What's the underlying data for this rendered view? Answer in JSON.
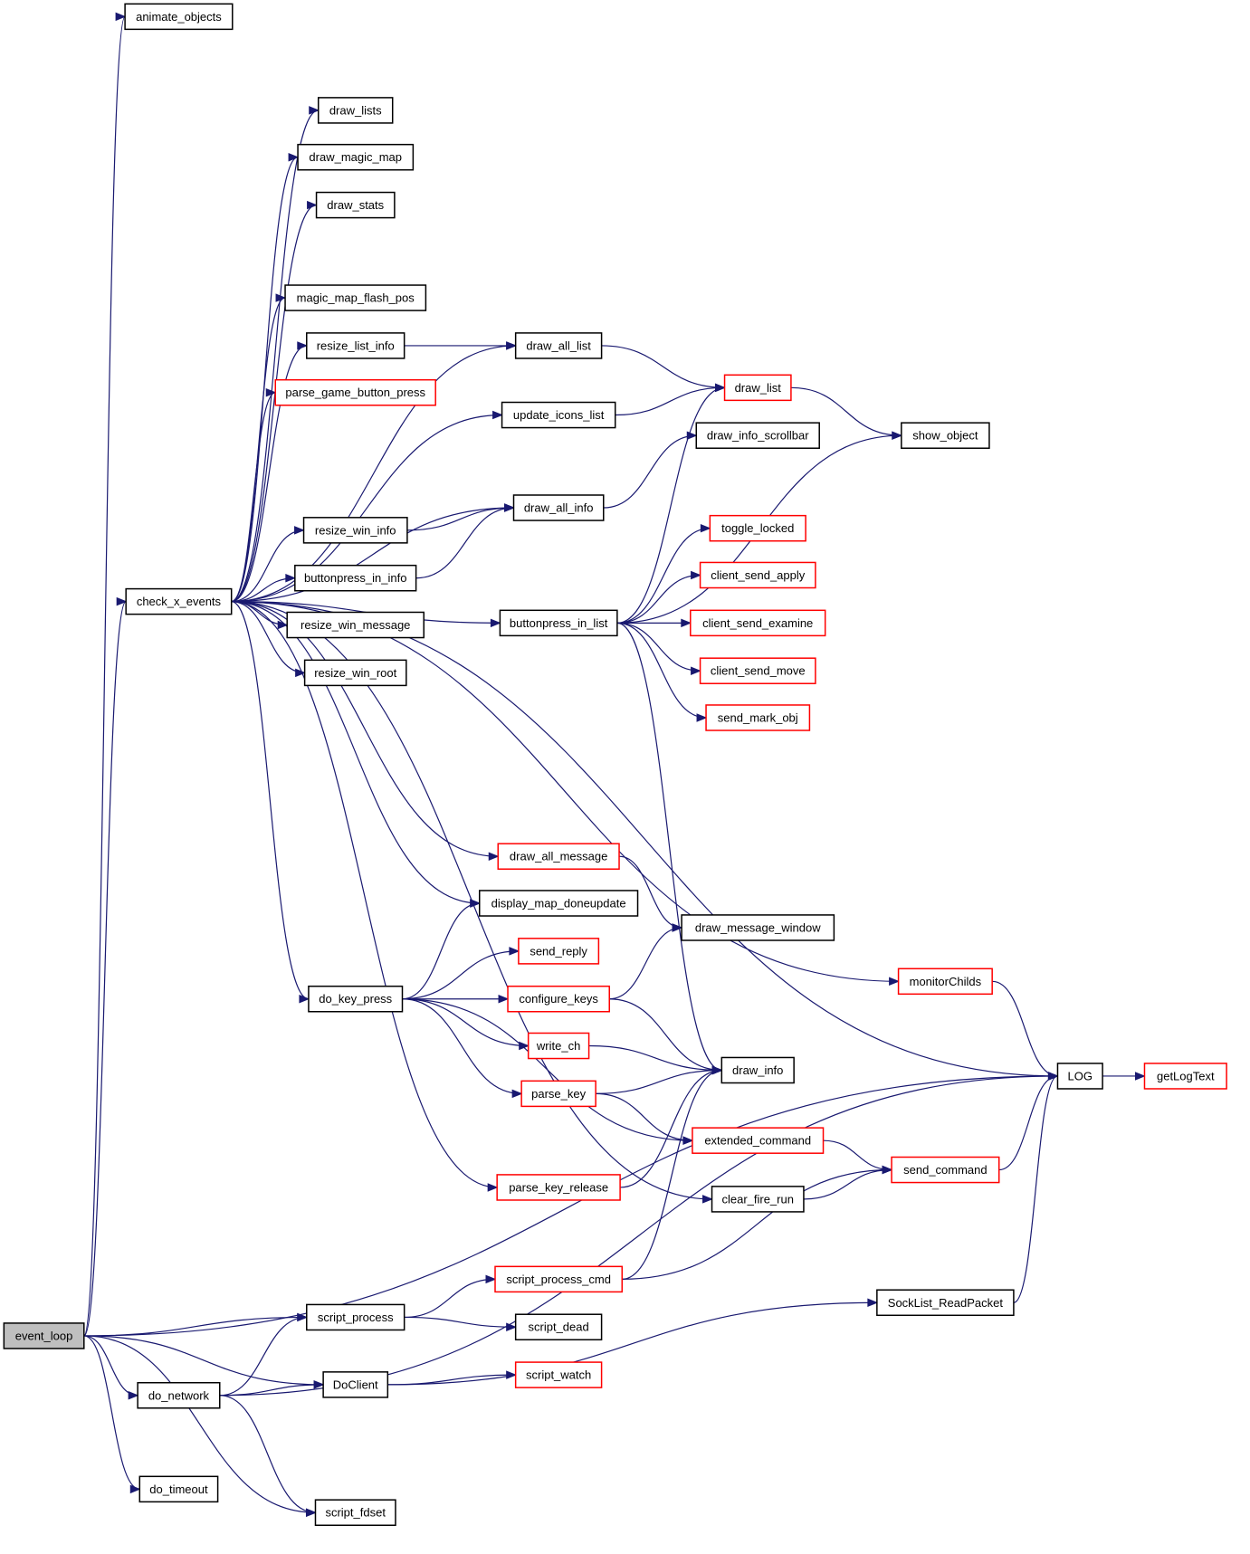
{
  "nodes": [
    {
      "id": "event_loop",
      "label": "event_loop",
      "style": "root"
    },
    {
      "id": "animate_objects",
      "label": "animate_objects",
      "style": "black"
    },
    {
      "id": "check_x_events",
      "label": "check_x_events",
      "style": "black"
    },
    {
      "id": "draw_lists",
      "label": "draw_lists",
      "style": "black"
    },
    {
      "id": "draw_magic_map",
      "label": "draw_magic_map",
      "style": "black"
    },
    {
      "id": "draw_stats",
      "label": "draw_stats",
      "style": "black"
    },
    {
      "id": "magic_map_flash_pos",
      "label": "magic_map_flash_pos",
      "style": "black"
    },
    {
      "id": "resize_list_info",
      "label": "resize_list_info",
      "style": "black"
    },
    {
      "id": "parse_game_button_press",
      "label": "parse_game_button_press",
      "style": "red"
    },
    {
      "id": "update_icons_list",
      "label": "update_icons_list",
      "style": "black"
    },
    {
      "id": "draw_all_list",
      "label": "draw_all_list",
      "style": "black"
    },
    {
      "id": "draw_list",
      "label": "draw_list",
      "style": "red"
    },
    {
      "id": "show_object",
      "label": "show_object",
      "style": "black"
    },
    {
      "id": "draw_info_scrollbar",
      "label": "draw_info_scrollbar",
      "style": "black"
    },
    {
      "id": "draw_all_info",
      "label": "draw_all_info",
      "style": "black"
    },
    {
      "id": "resize_win_info",
      "label": "resize_win_info",
      "style": "black"
    },
    {
      "id": "buttonpress_in_info",
      "label": "buttonpress_in_info",
      "style": "black"
    },
    {
      "id": "resize_win_message",
      "label": "resize_win_message",
      "style": "black"
    },
    {
      "id": "resize_win_root",
      "label": "resize_win_root",
      "style": "black"
    },
    {
      "id": "buttonpress_in_list",
      "label": "buttonpress_in_list",
      "style": "black"
    },
    {
      "id": "toggle_locked",
      "label": "toggle_locked",
      "style": "red"
    },
    {
      "id": "client_send_apply",
      "label": "client_send_apply",
      "style": "red"
    },
    {
      "id": "client_send_examine",
      "label": "client_send_examine",
      "style": "red"
    },
    {
      "id": "client_send_move",
      "label": "client_send_move",
      "style": "red"
    },
    {
      "id": "send_mark_obj",
      "label": "send_mark_obj",
      "style": "red"
    },
    {
      "id": "draw_all_message",
      "label": "draw_all_message",
      "style": "red"
    },
    {
      "id": "display_map_doneupdate",
      "label": "display_map_doneupdate",
      "style": "black"
    },
    {
      "id": "draw_message_window",
      "label": "draw_message_window",
      "style": "black"
    },
    {
      "id": "monitorChilds",
      "label": "monitorChilds",
      "style": "red"
    },
    {
      "id": "send_reply",
      "label": "send_reply",
      "style": "red"
    },
    {
      "id": "do_key_press",
      "label": "do_key_press",
      "style": "black"
    },
    {
      "id": "configure_keys",
      "label": "configure_keys",
      "style": "red"
    },
    {
      "id": "write_ch",
      "label": "write_ch",
      "style": "red"
    },
    {
      "id": "draw_info",
      "label": "draw_info",
      "style": "black"
    },
    {
      "id": "parse_key",
      "label": "parse_key",
      "style": "red"
    },
    {
      "id": "extended_command",
      "label": "extended_command",
      "style": "red"
    },
    {
      "id": "LOG",
      "label": "LOG",
      "style": "black"
    },
    {
      "id": "getLogText",
      "label": "getLogText",
      "style": "red"
    },
    {
      "id": "send_command",
      "label": "send_command",
      "style": "red"
    },
    {
      "id": "parse_key_release",
      "label": "parse_key_release",
      "style": "red"
    },
    {
      "id": "clear_fire_run",
      "label": "clear_fire_run",
      "style": "black"
    },
    {
      "id": "script_process_cmd",
      "label": "script_process_cmd",
      "style": "red"
    },
    {
      "id": "SockList_ReadPacket",
      "label": "SockList_ReadPacket",
      "style": "black"
    },
    {
      "id": "script_process",
      "label": "script_process",
      "style": "black"
    },
    {
      "id": "script_dead",
      "label": "script_dead",
      "style": "black"
    },
    {
      "id": "DoClient",
      "label": "DoClient",
      "style": "black"
    },
    {
      "id": "script_watch",
      "label": "script_watch",
      "style": "red"
    },
    {
      "id": "do_network",
      "label": "do_network",
      "style": "black"
    },
    {
      "id": "do_timeout",
      "label": "do_timeout",
      "style": "black"
    },
    {
      "id": "script_fdset",
      "label": "script_fdset",
      "style": "black"
    }
  ],
  "edges": [
    {
      "from": "event_loop",
      "to": "animate_objects"
    },
    {
      "from": "event_loop",
      "to": "check_x_events"
    },
    {
      "from": "event_loop",
      "to": "LOG"
    },
    {
      "from": "event_loop",
      "to": "script_process"
    },
    {
      "from": "event_loop",
      "to": "DoClient"
    },
    {
      "from": "event_loop",
      "to": "do_network"
    },
    {
      "from": "event_loop",
      "to": "do_timeout"
    },
    {
      "from": "event_loop",
      "to": "script_fdset"
    },
    {
      "from": "check_x_events",
      "to": "draw_lists"
    },
    {
      "from": "check_x_events",
      "to": "draw_magic_map"
    },
    {
      "from": "check_x_events",
      "to": "draw_stats"
    },
    {
      "from": "check_x_events",
      "to": "draw_all_list"
    },
    {
      "from": "check_x_events",
      "to": "magic_map_flash_pos"
    },
    {
      "from": "check_x_events",
      "to": "resize_list_info"
    },
    {
      "from": "check_x_events",
      "to": "parse_game_button_press"
    },
    {
      "from": "check_x_events",
      "to": "update_icons_list"
    },
    {
      "from": "check_x_events",
      "to": "draw_all_info"
    },
    {
      "from": "check_x_events",
      "to": "resize_win_info"
    },
    {
      "from": "check_x_events",
      "to": "buttonpress_in_info"
    },
    {
      "from": "check_x_events",
      "to": "resize_win_message"
    },
    {
      "from": "check_x_events",
      "to": "resize_win_root"
    },
    {
      "from": "check_x_events",
      "to": "buttonpress_in_list"
    },
    {
      "from": "check_x_events",
      "to": "LOG"
    },
    {
      "from": "check_x_events",
      "to": "monitorChilds"
    },
    {
      "from": "check_x_events",
      "to": "draw_all_message"
    },
    {
      "from": "check_x_events",
      "to": "display_map_doneupdate"
    },
    {
      "from": "check_x_events",
      "to": "do_key_press"
    },
    {
      "from": "check_x_events",
      "to": "parse_key_release"
    },
    {
      "from": "check_x_events",
      "to": "clear_fire_run"
    },
    {
      "from": "resize_list_info",
      "to": "draw_all_list"
    },
    {
      "from": "draw_all_list",
      "to": "draw_list"
    },
    {
      "from": "update_icons_list",
      "to": "draw_list"
    },
    {
      "from": "draw_list",
      "to": "show_object"
    },
    {
      "from": "draw_all_info",
      "to": "draw_info_scrollbar"
    },
    {
      "from": "resize_win_info",
      "to": "draw_all_info"
    },
    {
      "from": "buttonpress_in_info",
      "to": "draw_all_info"
    },
    {
      "from": "buttonpress_in_list",
      "to": "draw_list"
    },
    {
      "from": "buttonpress_in_list",
      "to": "show_object"
    },
    {
      "from": "buttonpress_in_list",
      "to": "toggle_locked"
    },
    {
      "from": "buttonpress_in_list",
      "to": "client_send_apply"
    },
    {
      "from": "buttonpress_in_list",
      "to": "client_send_examine"
    },
    {
      "from": "buttonpress_in_list",
      "to": "client_send_move"
    },
    {
      "from": "buttonpress_in_list",
      "to": "send_mark_obj"
    },
    {
      "from": "buttonpress_in_list",
      "to": "draw_info"
    },
    {
      "from": "draw_all_message",
      "to": "draw_message_window"
    },
    {
      "from": "do_key_press",
      "to": "display_map_doneupdate"
    },
    {
      "from": "do_key_press",
      "to": "send_reply"
    },
    {
      "from": "do_key_press",
      "to": "configure_keys"
    },
    {
      "from": "do_key_press",
      "to": "write_ch"
    },
    {
      "from": "do_key_press",
      "to": "parse_key"
    },
    {
      "from": "do_key_press",
      "to": "extended_command"
    },
    {
      "from": "configure_keys",
      "to": "draw_message_window"
    },
    {
      "from": "configure_keys",
      "to": "draw_info"
    },
    {
      "from": "write_ch",
      "to": "draw_info"
    },
    {
      "from": "parse_key",
      "to": "draw_info"
    },
    {
      "from": "parse_key",
      "to": "extended_command"
    },
    {
      "from": "parse_key_release",
      "to": "draw_info"
    },
    {
      "from": "monitorChilds",
      "to": "LOG"
    },
    {
      "from": "extended_command",
      "to": "send_command"
    },
    {
      "from": "clear_fire_run",
      "to": "send_command"
    },
    {
      "from": "send_command",
      "to": "LOG"
    },
    {
      "from": "LOG",
      "to": "getLogText"
    },
    {
      "from": "script_process_cmd",
      "to": "send_command"
    },
    {
      "from": "script_process_cmd",
      "to": "draw_info"
    },
    {
      "from": "SockList_ReadPacket",
      "to": "LOG"
    },
    {
      "from": "script_process",
      "to": "script_process_cmd"
    },
    {
      "from": "script_process",
      "to": "script_dead"
    },
    {
      "from": "DoClient",
      "to": "script_watch"
    },
    {
      "from": "DoClient",
      "to": "SockList_ReadPacket"
    },
    {
      "from": "do_network",
      "to": "script_process"
    },
    {
      "from": "do_network",
      "to": "DoClient"
    },
    {
      "from": "do_network",
      "to": "LOG"
    },
    {
      "from": "do_network",
      "to": "script_fdset"
    }
  ]
}
